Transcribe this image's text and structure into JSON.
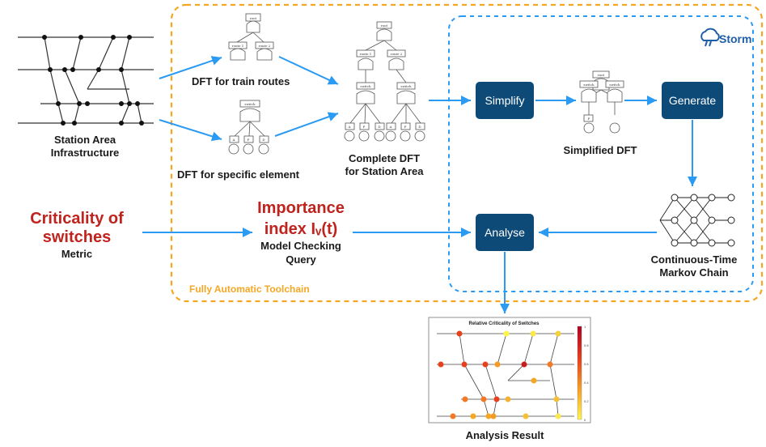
{
  "colors": {
    "toolchain_border": "#f5a623",
    "storm_border": "#2b9af3",
    "arrow": "#2b9af3",
    "process_box": "#0e4a78",
    "highlight_red": "#c0231d",
    "toolchain_label": "#f5a623",
    "storm_label": "#1f5fa8"
  },
  "labels": {
    "station_area": [
      "Station Area",
      "Infrastructure"
    ],
    "dft_train_routes": "DFT for train routes",
    "dft_specific_element": "DFT for specific element",
    "complete_dft": [
      "Complete DFT",
      "for Station Area"
    ],
    "simplified_dft": "Simplified DFT",
    "ctmc": [
      "Continuous-Time",
      "Markov Chain"
    ],
    "criticality": [
      "Criticality of",
      "switches"
    ],
    "metric": "Metric",
    "importance": [
      "Importance",
      "index Iᵥ(t)"
    ],
    "query": [
      "Model Checking",
      "Query"
    ],
    "toolchain": "Fully Automatic Toolchain",
    "storm": "Storm",
    "analysis_result": "Analysis Result"
  },
  "process_boxes": {
    "simplify": "Simplify",
    "generate": "Generate",
    "analyse": "Analyse"
  },
  "tree_nodes": {
    "root": "root",
    "route1": "route 1",
    "route2": "route 2",
    "switch": "switch",
    "leaf_a": "A",
    "leaf_p": "P",
    "leaf_d": "D"
  },
  "result_plot": {
    "title": "Relative Criticality of Switches",
    "colorbar_ticks": [
      "1",
      "0.8",
      "0.6",
      "0.4",
      "0.2",
      "0"
    ]
  }
}
